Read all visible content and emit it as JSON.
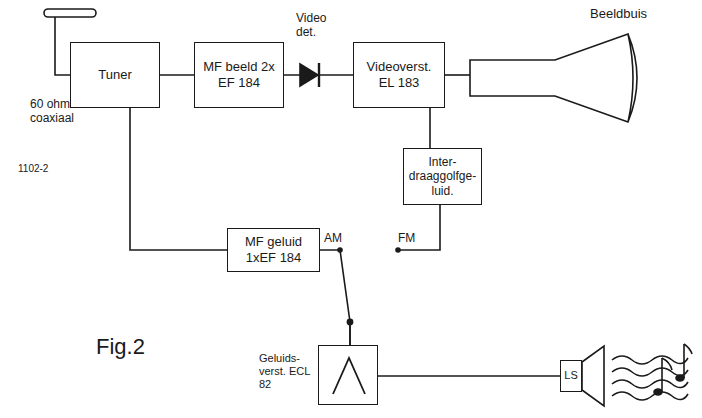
{
  "diagram": {
    "nodes": [
      {
        "text": [
          "Tuner"
        ]
      },
      {
        "text": [
          "MF beeld 2x EF 184"
        ]
      },
      {
        "text": [
          "Videoverst. EL 183"
        ]
      },
      {
        "text": [
          "Beeldbuis"
        ]
      },
      {
        "text": [
          "Inter- draaggolfge- luid."
        ]
      },
      {
        "text": [
          "MF geluid 1xEF 184"
        ]
      },
      {
        "text": [
          "Geluids- verst. ECL 82"
        ]
      },
      {
        "text": [
          "LS"
        ]
      }
    ],
    "edges": [
      {
        "from": 0,
        "to": 1,
        "arrow": "none"
      },
      {
        "from": 0,
        "to": 5,
        "arrow": "none"
      },
      {
        "from": 1,
        "to": 2,
        "arrow": "none"
      },
      {
        "from": 2,
        "to": 3,
        "arrow": "none"
      },
      {
        "from": 2,
        "to": 4,
        "arrow": "none"
      },
      {
        "from": 5,
        "to": 6,
        "arrow": "none"
      },
      {
        "from": 4,
        "to": 6,
        "arrow": "none"
      },
      {
        "from": 6,
        "to": 7,
        "arrow": "none"
      }
    ],
    "labels": [
      "60 ohm coaxiaal",
      "Video det.",
      "1102-2",
      "AM",
      "FM",
      "Fig.2"
    ]
  }
}
